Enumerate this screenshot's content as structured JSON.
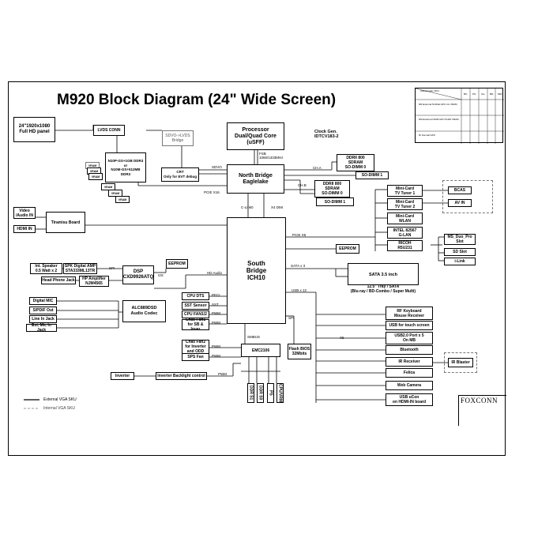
{
  "title": "M920 Block Diagram (24\" Wide Screen)",
  "blocks": {
    "panel": "24\"1920x1080\nFull HD panel",
    "lvds_conn": "LVDS CONN",
    "sdvo_lvds": "SDVO->LVDS\nBridge",
    "processor": "Processor\nDual/Quad Core\n(uSFF)",
    "clock": "Clock Gen.\nIDTCV183-2",
    "gpu": "N10P-GS+1GB DDR3\nor\nN10M-GS+512MB DDR3",
    "vram": "VRAM",
    "crt": "CRT\nOnly for EVT debug",
    "north_bridge": "North Bridge\nEaglelake",
    "ddr_a": "DDRII 800\nSDRAM\nSO-DIMM 0",
    "sodimm1_a": "SO-DIMM 1",
    "ddr_b": "DDRII 800\nSDRAM\nSO-DIMM 0",
    "sodimm1_b": "SO-DIMM 1",
    "video_in": "Video\n/Audio IN",
    "tiramisu": "Tiramisu Board",
    "hdmi_in": "HDMI IN",
    "tv1": "Mini-Card\nTV Tuner 1",
    "tv2": "Mini-Card\nTV Tuner 2",
    "wlan": "Mini-Card\nWLAN",
    "lan": "INTEL 82567\nG-LAN",
    "ricoh": "RICOH\nR5U231",
    "bcas": "BCAS",
    "avin": "AV IN",
    "ms_duo": "MS_Duo_Pro\nSlot",
    "sd_slot": "SD Slot",
    "ilink": "i-Link",
    "eeprom_sb": "EEPROM",
    "south_bridge": "South\nBridge\nICH10",
    "sata": "SATA 3.5 inch",
    "odd": "12.5\" Tray / SATA\n(Blu-ray / BD-Combo / Super Multi)",
    "speaker": "Int. Speaker\n0.5 Watt x 2",
    "spk_amp": "SPK Digital  AMP\nSTA333ML13TR",
    "dsp": "DSP\nCXD9926ATQ",
    "eeprom_dsp": "EEPROM",
    "hp_jack": "Head Phone Jack",
    "hp_amp": "HP Amplifier\nNJM4565",
    "dig_mic": "Digital MIC",
    "spdif": "S/PDIF Out",
    "line_in": "Line In Jack",
    "ext_mic": "Ext. Mic In Jack",
    "codec": "ALC889DSD\nAudio Codec",
    "cpu_dts": "CPU DTS",
    "sst_sensor": "SST Sensor",
    "cpu_fan": "CPU FAN1/2",
    "chas_fan1": "Chas Fan1\nfor SB & Inver",
    "chas_fan2": "Chas Fan2\nfor Inverter\nand ODD",
    "sps_fan": "SPS Fan",
    "emc": "EMC2106",
    "flash": "Flash BIOS\n32Mbits",
    "inverter": "Inverter",
    "inv_ctrl": "Inverter Backlight control",
    "rf_kbd": "RF Keyboard\nMouse Receiver",
    "touch": "USB for touch screen",
    "usb_port": "USB2.0 Port x 5\nOn MB",
    "bt": "Bluetooth",
    "ir_rx": "IR Receiver",
    "ir_blaster": "IR Blaster",
    "felica": "Felica",
    "webcam": "Web Camera",
    "ucon": "USB uCon\non HDMI-IN board",
    "dimm_labels": [
      "DDR S1",
      "DDR S0",
      "PS",
      "CPU/VRM"
    ]
  },
  "labels": {
    "sdvo": "SDVO",
    "fsb": "FSB\n1066/1333MHz",
    "ch_a": "CH.A",
    "ch_b": "CH.B",
    "pcie16": "PCIE X16",
    "clink": "C-Link0",
    "dmi": "X4 DMI",
    "pcie1": "PCIE X5",
    "sata_x3": "SATA x 3",
    "usb_x12": "USB x 12",
    "hd_audio": "HD Audio",
    "peci": "PECI",
    "sst": "SST",
    "pwm1": "PWM",
    "pwm2": "PWM",
    "pwm3": "PWM",
    "pwm4": "PWM",
    "pwm5": "PWM",
    "smbus": "SMBUS",
    "spi": "SPI",
    "x5": "X5",
    "i2s": "I2S",
    "spi2": "SPI"
  },
  "legend": {
    "ext": "External VGA SKU",
    "int": "Internal VGA SKU"
  },
  "table": {
    "head": "Ahead-value\nSKU",
    "cols": [
      "BC-",
      "PU-",
      "CA-",
      "BD-",
      "MM-"
    ],
    "rows": [
      "DR\nExternal N10GE GPU\n1G VRAM",
      "DM\nExternal N10M GPU\n512M VRAM",
      "DI\nInternal GPU"
    ]
  },
  "company": "FOXCONN"
}
